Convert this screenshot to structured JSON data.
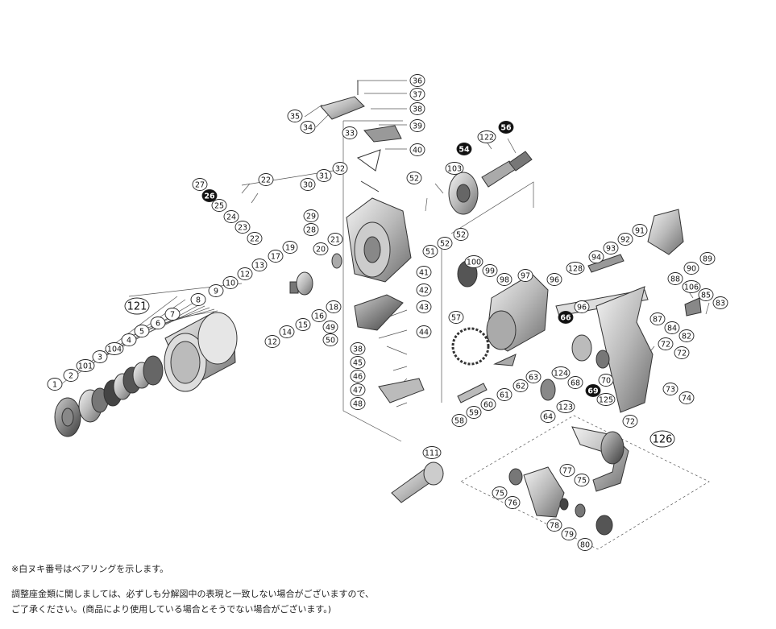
{
  "part_labels": [
    {
      "id": "p36",
      "num": "36",
      "style": "normal"
    },
    {
      "id": "p37",
      "num": "37",
      "style": "normal"
    },
    {
      "id": "p35",
      "num": "35",
      "style": "normal"
    },
    {
      "id": "p38a",
      "num": "38",
      "style": "normal"
    },
    {
      "id": "p34",
      "num": "34",
      "style": "normal"
    },
    {
      "id": "p39",
      "num": "39",
      "style": "normal"
    },
    {
      "id": "p33",
      "num": "33",
      "style": "normal"
    },
    {
      "id": "p56",
      "num": "56",
      "style": "filled"
    },
    {
      "id": "p122",
      "num": "122",
      "style": "normal"
    },
    {
      "id": "p54",
      "num": "54",
      "style": "filled"
    },
    {
      "id": "p40",
      "num": "40",
      "style": "normal"
    },
    {
      "id": "p32",
      "num": "32",
      "style": "normal"
    },
    {
      "id": "p103",
      "num": "103",
      "style": "normal"
    },
    {
      "id": "p27",
      "num": "27",
      "style": "normal"
    },
    {
      "id": "p22a",
      "num": "22",
      "style": "normal"
    },
    {
      "id": "p31",
      "num": "31",
      "style": "normal"
    },
    {
      "id": "p52a",
      "num": "52",
      "style": "normal"
    },
    {
      "id": "p30",
      "num": "30",
      "style": "normal"
    },
    {
      "id": "p26",
      "num": "26",
      "style": "filled"
    },
    {
      "id": "p25",
      "num": "25",
      "style": "normal"
    },
    {
      "id": "p24",
      "num": "24",
      "style": "normal"
    },
    {
      "id": "p29",
      "num": "29",
      "style": "normal"
    },
    {
      "id": "p23",
      "num": "23",
      "style": "normal"
    },
    {
      "id": "p28",
      "num": "28",
      "style": "normal"
    },
    {
      "id": "p22b",
      "num": "22",
      "style": "normal"
    },
    {
      "id": "p52b",
      "num": "52",
      "style": "normal"
    },
    {
      "id": "p52c",
      "num": "52",
      "style": "normal"
    },
    {
      "id": "p91",
      "num": "91",
      "style": "normal"
    },
    {
      "id": "p21",
      "num": "21",
      "style": "normal"
    },
    {
      "id": "p92",
      "num": "92",
      "style": "normal"
    },
    {
      "id": "p19",
      "num": "19",
      "style": "normal"
    },
    {
      "id": "p93",
      "num": "93",
      "style": "normal"
    },
    {
      "id": "p51",
      "num": "51",
      "style": "normal"
    },
    {
      "id": "p20",
      "num": "20",
      "style": "normal"
    },
    {
      "id": "p17",
      "num": "17",
      "style": "normal"
    },
    {
      "id": "p94",
      "num": "94",
      "style": "normal"
    },
    {
      "id": "p89",
      "num": "89",
      "style": "normal"
    },
    {
      "id": "p13",
      "num": "13",
      "style": "normal"
    },
    {
      "id": "p100",
      "num": "100",
      "style": "normal"
    },
    {
      "id": "p90",
      "num": "90",
      "style": "normal"
    },
    {
      "id": "p41",
      "num": "41",
      "style": "normal"
    },
    {
      "id": "p12a",
      "num": "12",
      "style": "normal"
    },
    {
      "id": "p128",
      "num": "128",
      "style": "normal"
    },
    {
      "id": "p99",
      "num": "99",
      "style": "normal"
    },
    {
      "id": "p97",
      "num": "97",
      "style": "normal"
    },
    {
      "id": "p10",
      "num": "10",
      "style": "normal"
    },
    {
      "id": "p98",
      "num": "98",
      "style": "normal"
    },
    {
      "id": "p96a",
      "num": "96",
      "style": "normal"
    },
    {
      "id": "p88",
      "num": "88",
      "style": "normal"
    },
    {
      "id": "p9",
      "num": "9",
      "style": "normal"
    },
    {
      "id": "p42",
      "num": "42",
      "style": "normal"
    },
    {
      "id": "p106",
      "num": "106",
      "style": "normal"
    },
    {
      "id": "p18",
      "num": "18",
      "style": "normal"
    },
    {
      "id": "p85",
      "num": "85",
      "style": "normal"
    },
    {
      "id": "p8",
      "num": "8",
      "style": "normal"
    },
    {
      "id": "p16",
      "num": "16",
      "style": "normal"
    },
    {
      "id": "p121",
      "num": "121",
      "style": "large"
    },
    {
      "id": "p43",
      "num": "43",
      "style": "normal"
    },
    {
      "id": "p96b",
      "num": "96",
      "style": "normal"
    },
    {
      "id": "p83",
      "num": "83",
      "style": "normal"
    },
    {
      "id": "p57",
      "num": "57",
      "style": "normal"
    },
    {
      "id": "p15",
      "num": "15",
      "style": "normal"
    },
    {
      "id": "p87",
      "num": "87",
      "style": "normal"
    },
    {
      "id": "p7",
      "num": "7",
      "style": "normal"
    },
    {
      "id": "p49",
      "num": "49",
      "style": "normal"
    },
    {
      "id": "p66",
      "num": "66",
      "style": "filled"
    },
    {
      "id": "p14",
      "num": "14",
      "style": "normal"
    },
    {
      "id": "p84",
      "num": "84",
      "style": "normal"
    },
    {
      "id": "p6",
      "num": "6",
      "style": "normal"
    },
    {
      "id": "p50",
      "num": "50",
      "style": "normal"
    },
    {
      "id": "p44",
      "num": "44",
      "style": "normal"
    },
    {
      "id": "p82",
      "num": "82",
      "style": "normal"
    },
    {
      "id": "p5",
      "num": "5",
      "style": "normal"
    },
    {
      "id": "p12b",
      "num": "12",
      "style": "normal"
    },
    {
      "id": "p72a",
      "num": "72",
      "style": "normal"
    },
    {
      "id": "p104",
      "num": "104",
      "style": "normal"
    },
    {
      "id": "p38b",
      "num": "38",
      "style": "normal"
    },
    {
      "id": "p72b",
      "num": "72",
      "style": "normal"
    },
    {
      "id": "p4",
      "num": "4",
      "style": "normal"
    },
    {
      "id": "p45",
      "num": "45",
      "style": "normal"
    },
    {
      "id": "p101",
      "num": "101",
      "style": "normal"
    },
    {
      "id": "p124",
      "num": "124",
      "style": "normal"
    },
    {
      "id": "p3",
      "num": "3",
      "style": "normal"
    },
    {
      "id": "p46",
      "num": "46",
      "style": "normal"
    },
    {
      "id": "p63",
      "num": "63",
      "style": "normal"
    },
    {
      "id": "p70",
      "num": "70",
      "style": "normal"
    },
    {
      "id": "p68",
      "num": "68",
      "style": "normal"
    },
    {
      "id": "p2",
      "num": "2",
      "style": "normal"
    },
    {
      "id": "p62",
      "num": "62",
      "style": "normal"
    },
    {
      "id": "p73",
      "num": "73",
      "style": "normal"
    },
    {
      "id": "p1",
      "num": "1",
      "style": "normal"
    },
    {
      "id": "p47",
      "num": "47",
      "style": "normal"
    },
    {
      "id": "p69",
      "num": "69",
      "style": "filled"
    },
    {
      "id": "p61",
      "num": "61",
      "style": "normal"
    },
    {
      "id": "p74",
      "num": "74",
      "style": "normal"
    },
    {
      "id": "p125",
      "num": "125",
      "style": "normal"
    },
    {
      "id": "p60",
      "num": "60",
      "style": "normal"
    },
    {
      "id": "p48",
      "num": "48",
      "style": "normal"
    },
    {
      "id": "p123",
      "num": "123",
      "style": "normal"
    },
    {
      "id": "p59",
      "num": "59",
      "style": "normal"
    },
    {
      "id": "p72c",
      "num": "72",
      "style": "normal"
    },
    {
      "id": "p58",
      "num": "58",
      "style": "normal"
    },
    {
      "id": "p64",
      "num": "64",
      "style": "normal"
    },
    {
      "id": "p126",
      "num": "126",
      "style": "large"
    },
    {
      "id": "p111",
      "num": "111",
      "style": "normal"
    },
    {
      "id": "p77",
      "num": "77",
      "style": "normal"
    },
    {
      "id": "p75a",
      "num": "75",
      "style": "normal"
    },
    {
      "id": "p75b",
      "num": "75",
      "style": "normal"
    },
    {
      "id": "p76",
      "num": "76",
      "style": "normal"
    },
    {
      "id": "p78",
      "num": "78",
      "style": "normal"
    },
    {
      "id": "p79",
      "num": "79",
      "style": "normal"
    },
    {
      "id": "p80",
      "num": "80",
      "style": "normal"
    }
  ],
  "notes": {
    "bearing_note": "※白ヌキ番号はベアリングを示します。",
    "line1": "調整座金類に関しましては、必ずしも分解図中の表現と一致しない場合がございますので、",
    "line2": "ご了承ください。(商品により使用している場合とそうでない場合がございます。)"
  }
}
